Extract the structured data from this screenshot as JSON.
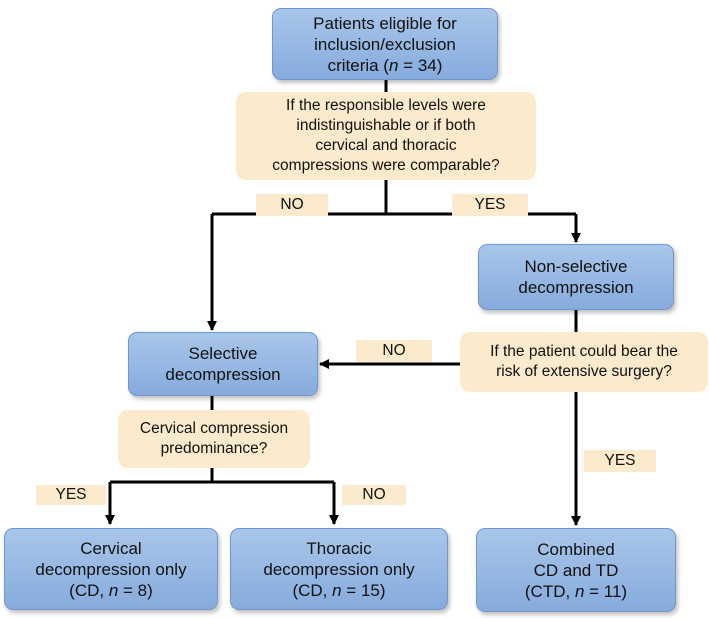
{
  "nodes": {
    "eligible": {
      "lines": [
        "Patients eligible for",
        "inclusion/exclusion"
      ],
      "tail_prefix": "criteria (",
      "n_var": "n",
      "tail_suffix": " = 34)"
    },
    "non_selective": {
      "lines": [
        "Non-selective",
        "decompression"
      ]
    },
    "selective": {
      "lines": [
        "Selective",
        "decompression"
      ]
    },
    "cervical_only": {
      "lines": [
        "Cervical",
        "decompression only"
      ],
      "tail_prefix": "(CD, ",
      "n_var": "n",
      "tail_suffix": " = 8)"
    },
    "thoracic_only": {
      "lines": [
        "Thoracic",
        "decompression only"
      ],
      "tail_prefix": "(CD, ",
      "n_var": "n",
      "tail_suffix": " = 15)"
    },
    "combined": {
      "lines": [
        "Combined",
        "CD and TD"
      ],
      "tail_prefix": "(CTD, ",
      "n_var": "n",
      "tail_suffix": " = 11)"
    }
  },
  "questions": {
    "levels": "If the responsible levels were\nindistinguishable or if both\ncervical and thoracic\ncompressions were comparable?",
    "risk": "If the patient could bear the\nrisk of extensive surgery?",
    "cervical_predominance": "Cervical compression\npredominance?"
  },
  "edge_labels": {
    "no_levels": "NO",
    "yes_levels": "YES",
    "no_risk": "NO",
    "yes_risk": "YES",
    "yes_cervical": "YES",
    "no_cervical": "NO"
  }
}
